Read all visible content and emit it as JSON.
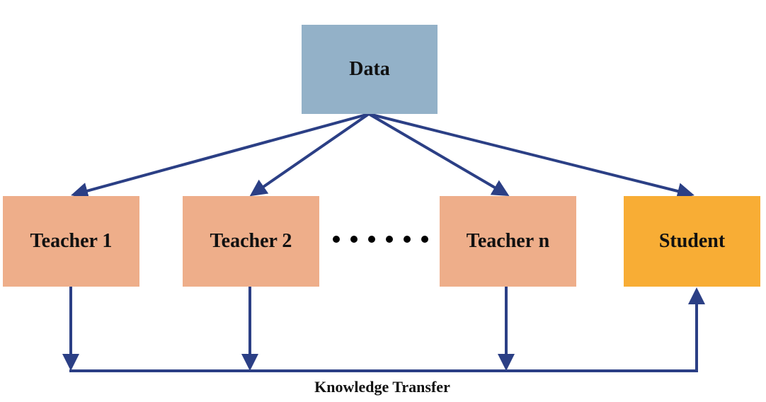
{
  "nodes": {
    "data": "Data",
    "teacher_1": "Teacher 1",
    "teacher_2": "Teacher 2",
    "teacher_n": "Teacher n",
    "student": "Student"
  },
  "caption": "Knowledge Transfer",
  "colors": {
    "data_box": "#93b1c8",
    "teacher_box": "#eeae8a",
    "student_box": "#f8ad35",
    "arrow": "#2b3f85"
  }
}
